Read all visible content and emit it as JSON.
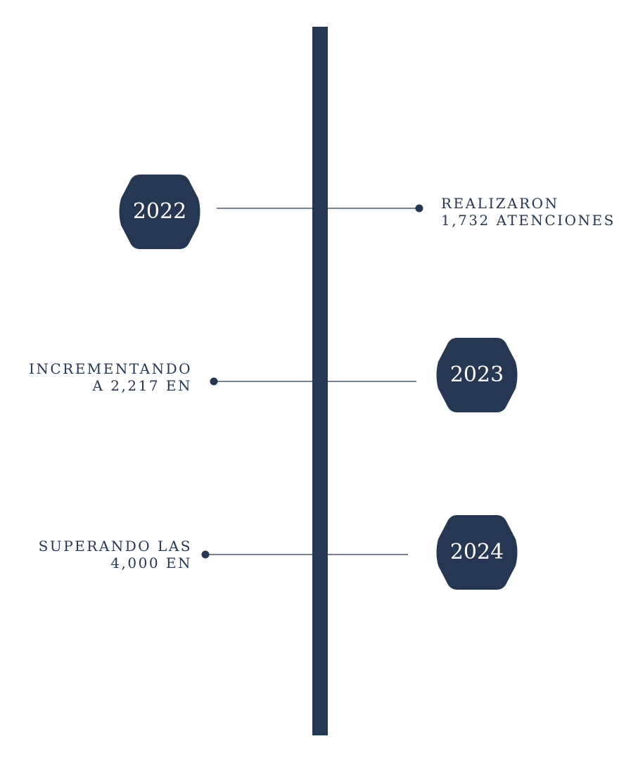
{
  "colors": {
    "primary": "#253753",
    "background": "#ffffff",
    "year_text": "#ffffff"
  },
  "timeline": {
    "events": [
      {
        "year": "2022",
        "text_lines": [
          "REALIZARON",
          "1,732 ATENCIONES"
        ]
      },
      {
        "year": "2023",
        "text_lines": [
          "INCREMENTANDO",
          "A 2,217 EN"
        ]
      },
      {
        "year": "2024",
        "text_lines": [
          "SUPERANDO LAS",
          "4,000 EN"
        ]
      }
    ]
  }
}
